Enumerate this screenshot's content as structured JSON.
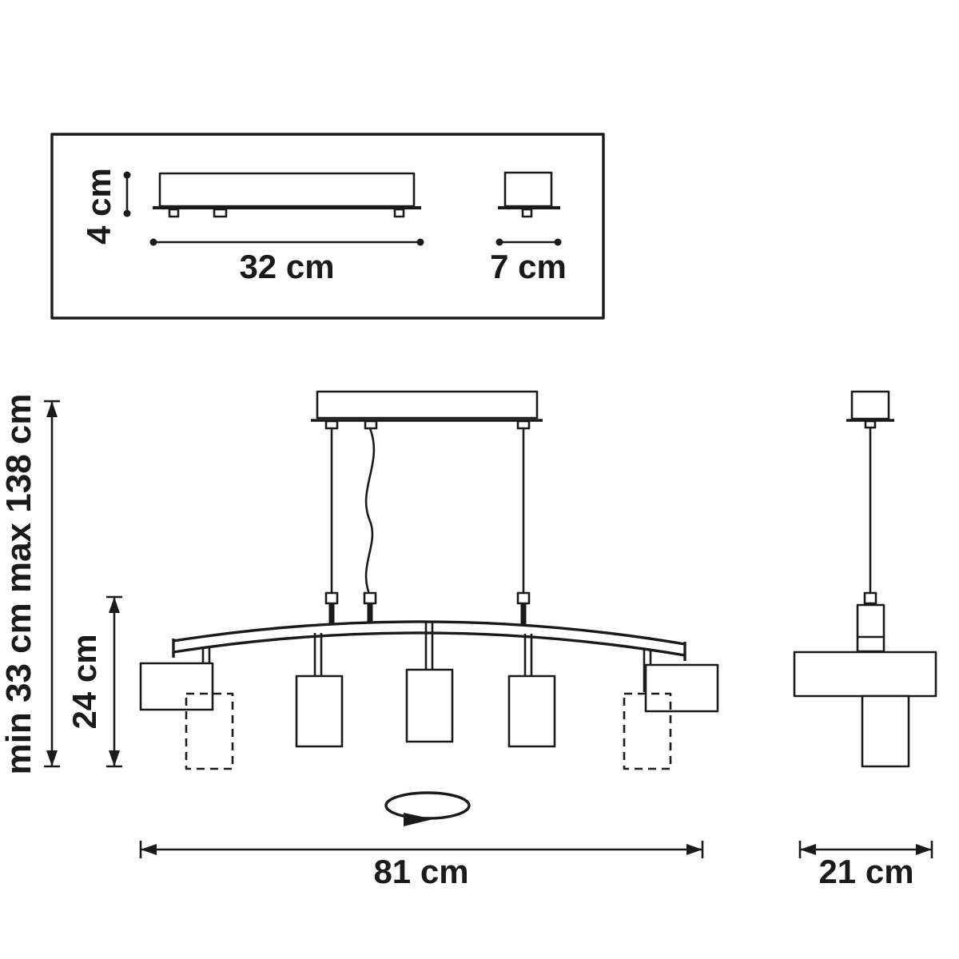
{
  "page": {
    "title": "Pendant light fixture dimensional drawing",
    "background": "#ffffff",
    "ink": "#1a1a1a"
  },
  "detail_panel": {
    "canopy_height_label": "4 cm",
    "canopy_length_label": "32 cm",
    "canopy_width_label": "7 cm"
  },
  "front_view": {
    "suspension_range_label": "min 33 cm max 138 cm",
    "fixture_height_label": "24 cm",
    "fixture_width_label": "81 cm"
  },
  "side_view": {
    "fixture_depth_label": "21 cm"
  },
  "icons": {
    "rotation_arrow": "rotation-arrow-icon"
  }
}
